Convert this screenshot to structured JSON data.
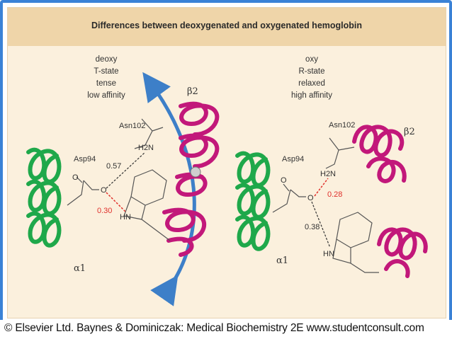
{
  "title": "Differences between deoxygenated and oxygenated hemoglobin",
  "left_panel": {
    "state_lines": [
      "deoxy",
      "T-state",
      "tense",
      "low affinity"
    ],
    "alpha_label": "α1",
    "beta_label": "β2",
    "asp_label": "Asp94",
    "asn_label": "Asn102",
    "nh2_label": "H2N",
    "hn_label": "HN",
    "o_label": "O",
    "dist_black": "0.57",
    "dist_red": "0.30"
  },
  "right_panel": {
    "state_lines": [
      "oxy",
      "R-state",
      "relaxed",
      "high affinity"
    ],
    "alpha_label": "α1",
    "beta_label": "β2",
    "asp_label": "Asp94",
    "asn_label": "Asn102",
    "nh2_label": "H2N",
    "hn_label": "HN",
    "o_label": "O",
    "dist_red": "0.28",
    "dist_black": "0.38"
  },
  "colors": {
    "alpha_helix": "#1fa84a",
    "beta_helix": "#c2187a",
    "rotation_arrow": "#3d7fc8",
    "bond_highlight": "#e0302b"
  },
  "footer": "© Elsevier Ltd. Baynes & Dominiczak: Medical Biochemistry 2E www.studentconsult.com"
}
